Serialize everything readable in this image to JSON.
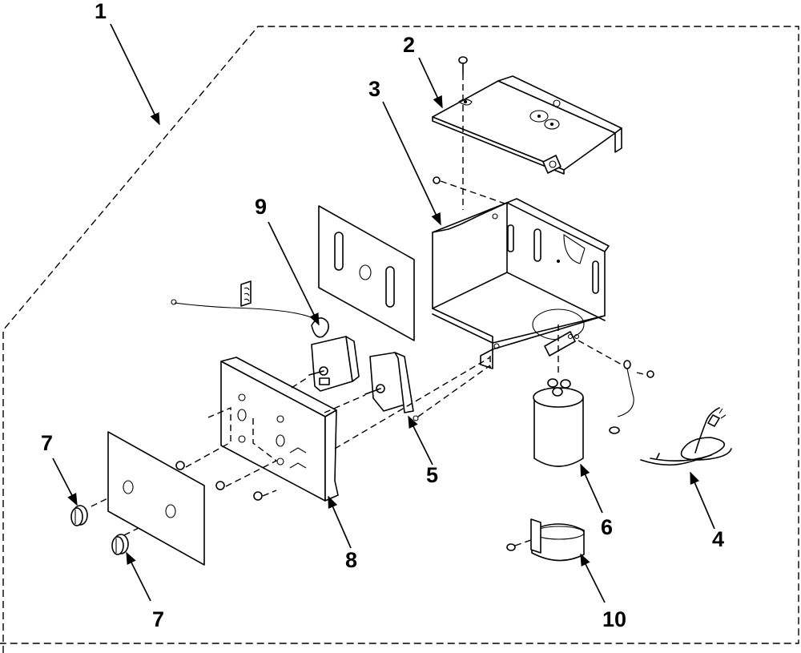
{
  "diagram": {
    "title": "Control box assembly exploded parts diagram",
    "callouts": [
      {
        "id": "c1",
        "label": "1",
        "part": "control-box-assembly"
      },
      {
        "id": "c2",
        "label": "2",
        "part": "control-box-cover"
      },
      {
        "id": "c3",
        "label": "3",
        "part": "control-box-case"
      },
      {
        "id": "c4",
        "label": "4",
        "part": "power-cord"
      },
      {
        "id": "c5",
        "label": "5",
        "part": "rotary-switch"
      },
      {
        "id": "c6",
        "label": "6",
        "part": "capacitor"
      },
      {
        "id": "c7a",
        "label": "7",
        "part": "control-knob"
      },
      {
        "id": "c7b",
        "label": "7",
        "part": "control-knob"
      },
      {
        "id": "c8",
        "label": "8",
        "part": "control-panel"
      },
      {
        "id": "c9",
        "label": "9",
        "part": "thermostat"
      },
      {
        "id": "c10",
        "label": "10",
        "part": "capacitor-clamp"
      }
    ]
  }
}
